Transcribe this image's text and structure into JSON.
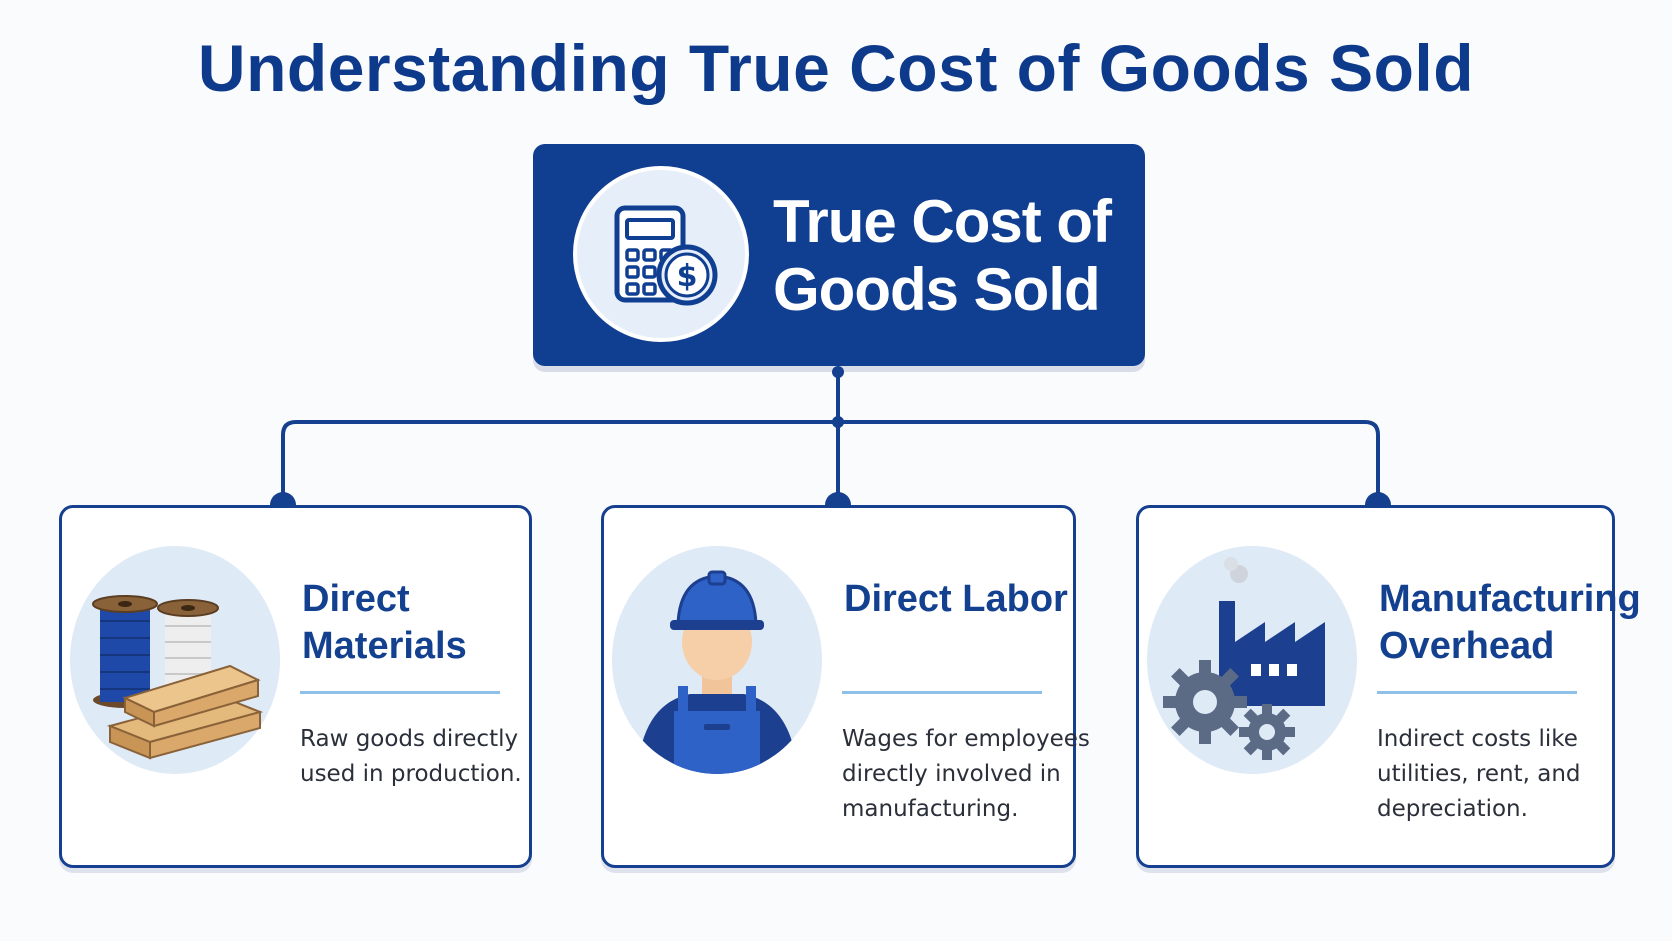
{
  "title": "Understanding True Cost of Goods Sold",
  "hero": {
    "label": "True Cost of Goods Sold",
    "icon": "calculator-dollar-icon"
  },
  "colors": {
    "primary": "#103f92",
    "accent_line": "#8fc1e8",
    "icon_bg": "#dfeaf7"
  },
  "cards": [
    {
      "title": "Direct Materials",
      "description": "Raw goods directly used in production.",
      "icon": "spools-and-lumber-icon"
    },
    {
      "title": "Direct Labor",
      "description": "Wages for employees directly involved in manufacturing.",
      "icon": "worker-icon"
    },
    {
      "title": "Manufacturing Overhead",
      "description": "Indirect costs like utilities, rent, and depreciation.",
      "icon": "factory-gears-icon"
    }
  ]
}
